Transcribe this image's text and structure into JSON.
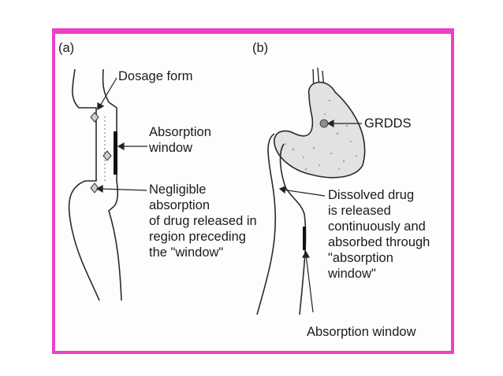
{
  "panel_a": {
    "tag": "(a)",
    "dosage_form": "Dosage form",
    "absorption_window": [
      "Absorption",
      "window"
    ],
    "negligible": [
      "Negligible",
      "absorption",
      "of drug released in",
      "region preceding",
      "the \"window\""
    ]
  },
  "panel_b": {
    "tag": "(b)",
    "grdds": "GRDDS",
    "dissolved": [
      "Dissolved drug",
      "is released",
      "continuously and",
      "absorbed through",
      "\"absorption",
      "window\""
    ],
    "absorption_window": "Absorption window"
  },
  "colors": {
    "frame": "#ee3fc6",
    "ink": "#1b1b1b",
    "stomach_fill": "#e2e2e2"
  }
}
